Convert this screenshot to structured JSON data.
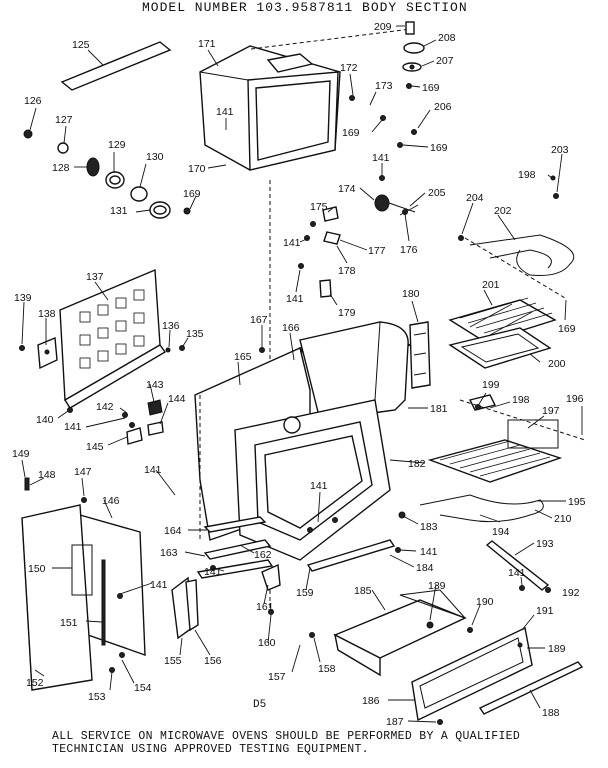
{
  "title": "MODEL NUMBER 103.9587811   BODY SECTION",
  "footer_line1": "ALL SERVICE ON MICROWAVE OVENS SHOULD BE PERFORMED BY A QUALIFIED",
  "footer_line2": "TECHNICIAN USING APPROVED TESTING EQUIPMENT.",
  "page_code": "D5",
  "callouts": [
    {
      "id": "c125",
      "text": "125"
    },
    {
      "id": "c126",
      "text": "126"
    },
    {
      "id": "c127",
      "text": "127"
    },
    {
      "id": "c128",
      "text": "128"
    },
    {
      "id": "c129",
      "text": "129"
    },
    {
      "id": "c130",
      "text": "130"
    },
    {
      "id": "c131",
      "text": "131"
    },
    {
      "id": "c169a",
      "text": "169"
    },
    {
      "id": "c170",
      "text": "170"
    },
    {
      "id": "c171",
      "text": "171"
    },
    {
      "id": "c141a",
      "text": "141"
    },
    {
      "id": "c172",
      "text": "172"
    },
    {
      "id": "c173",
      "text": "173"
    },
    {
      "id": "c169b",
      "text": "169"
    },
    {
      "id": "c209",
      "text": "209"
    },
    {
      "id": "c208",
      "text": "208"
    },
    {
      "id": "c207",
      "text": "207"
    },
    {
      "id": "c169c",
      "text": "169"
    },
    {
      "id": "c206",
      "text": "206"
    },
    {
      "id": "c169d",
      "text": "169"
    },
    {
      "id": "c203",
      "text": "203"
    },
    {
      "id": "c141b",
      "text": "141"
    },
    {
      "id": "c174",
      "text": "174"
    },
    {
      "id": "c205",
      "text": "205"
    },
    {
      "id": "c198a",
      "text": "198"
    },
    {
      "id": "c204",
      "text": "204"
    },
    {
      "id": "c202",
      "text": "202"
    },
    {
      "id": "c175",
      "text": "175"
    },
    {
      "id": "c176",
      "text": "176"
    },
    {
      "id": "c141c",
      "text": "141"
    },
    {
      "id": "c177",
      "text": "177"
    },
    {
      "id": "c178",
      "text": "178"
    },
    {
      "id": "c141d",
      "text": "141"
    },
    {
      "id": "c179",
      "text": "179"
    },
    {
      "id": "c137",
      "text": "137"
    },
    {
      "id": "c139a",
      "text": "139"
    },
    {
      "id": "c138",
      "text": "138"
    },
    {
      "id": "c136",
      "text": "136"
    },
    {
      "id": "c135",
      "text": "135"
    },
    {
      "id": "c167",
      "text": "167"
    },
    {
      "id": "c166",
      "text": "166"
    },
    {
      "id": "c165",
      "text": "165"
    },
    {
      "id": "c180",
      "text": "180"
    },
    {
      "id": "c201",
      "text": "201"
    },
    {
      "id": "c169e",
      "text": "169"
    },
    {
      "id": "c200",
      "text": "200"
    },
    {
      "id": "c143",
      "text": "143"
    },
    {
      "id": "c142",
      "text": "142"
    },
    {
      "id": "c144",
      "text": "144"
    },
    {
      "id": "c140",
      "text": "140"
    },
    {
      "id": "c141e",
      "text": "141"
    },
    {
      "id": "c145",
      "text": "145"
    },
    {
      "id": "c199",
      "text": "199"
    },
    {
      "id": "c198b",
      "text": "198"
    },
    {
      "id": "c196",
      "text": "196"
    },
    {
      "id": "c197",
      "text": "197"
    },
    {
      "id": "c181",
      "text": "181"
    },
    {
      "id": "c149",
      "text": "149"
    },
    {
      "id": "c148",
      "text": "148"
    },
    {
      "id": "c147",
      "text": "147"
    },
    {
      "id": "c141f",
      "text": "141"
    },
    {
      "id": "c182",
      "text": "182"
    },
    {
      "id": "c146",
      "text": "146"
    },
    {
      "id": "c141g",
      "text": "141"
    },
    {
      "id": "c195",
      "text": "195"
    },
    {
      "id": "c183",
      "text": "183"
    },
    {
      "id": "c194",
      "text": "194"
    },
    {
      "id": "c210",
      "text": "210"
    },
    {
      "id": "c164",
      "text": "164"
    },
    {
      "id": "c150",
      "text": "150"
    },
    {
      "id": "c163",
      "text": "163"
    },
    {
      "id": "c162",
      "text": "162"
    },
    {
      "id": "c141h",
      "text": "141"
    },
    {
      "id": "c184",
      "text": "184"
    },
    {
      "id": "c193",
      "text": "193"
    },
    {
      "id": "c141i",
      "text": "141"
    },
    {
      "id": "c141j",
      "text": "141"
    },
    {
      "id": "c161",
      "text": "161"
    },
    {
      "id": "c159",
      "text": "159"
    },
    {
      "id": "c141k",
      "text": "141"
    },
    {
      "id": "c192",
      "text": "192"
    },
    {
      "id": "c185",
      "text": "185"
    },
    {
      "id": "c139b",
      "text": "139"
    },
    {
      "id": "c190",
      "text": "190"
    },
    {
      "id": "c191",
      "text": "191"
    },
    {
      "id": "c151",
      "text": "151"
    },
    {
      "id": "c160",
      "text": "160"
    },
    {
      "id": "c189",
      "text": "189"
    },
    {
      "id": "c155",
      "text": "155"
    },
    {
      "id": "c156",
      "text": "156"
    },
    {
      "id": "c157",
      "text": "157"
    },
    {
      "id": "c158",
      "text": "158"
    },
    {
      "id": "c152",
      "text": "152"
    },
    {
      "id": "c154",
      "text": "154"
    },
    {
      "id": "c153",
      "text": "153"
    },
    {
      "id": "c186",
      "text": "186"
    },
    {
      "id": "c188",
      "text": "188"
    },
    {
      "id": "c187",
      "text": "187"
    }
  ]
}
